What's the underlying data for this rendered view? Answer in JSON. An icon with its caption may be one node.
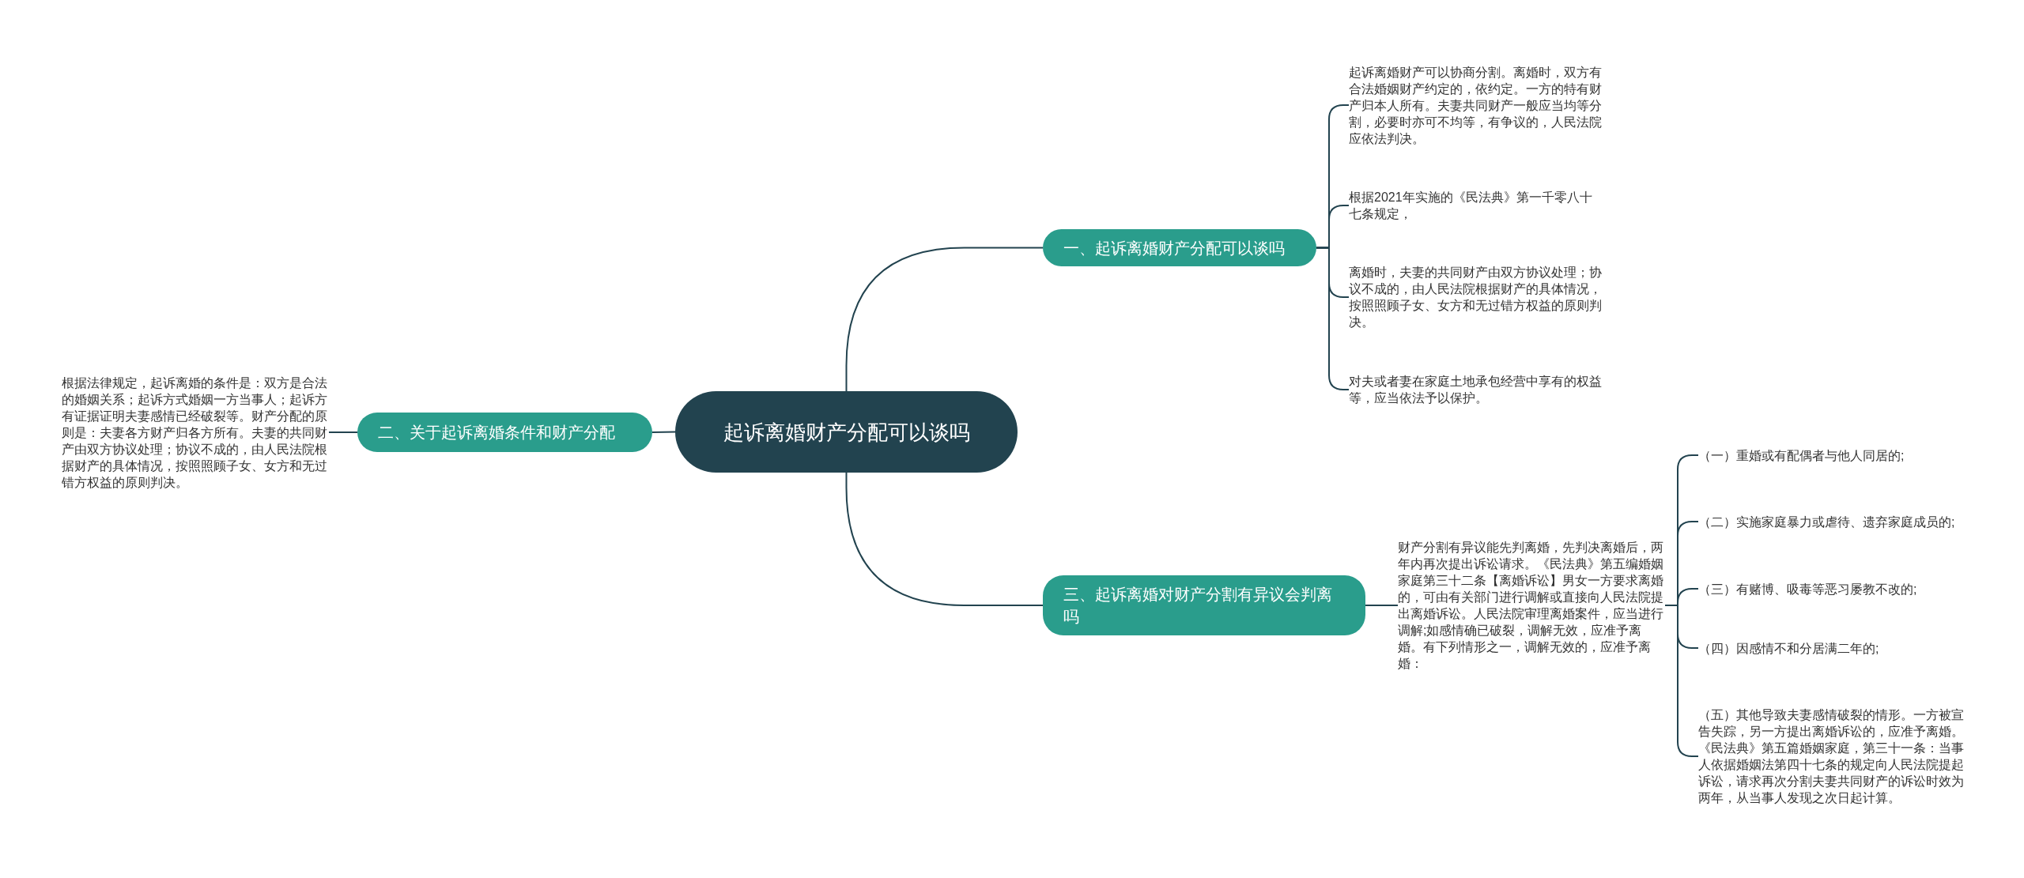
{
  "diagram": {
    "nodes": [
      {
        "text": [
          "起诉离婚财产分配可以谈吗"
        ]
      },
      {
        "text": [
          "一、起诉离婚财产分配可以谈吗"
        ]
      },
      {
        "text": [
          "起诉离婚财产可以协商分割。离婚时，双方有合法婚姻财产约定的，依约定。一方的特有财产归本人所有。夫妻共同财产一般应当均等分割，必要时亦可不均等，有争议的，人民法院应依法判决。"
        ]
      },
      {
        "text": [
          "根据2021年实施的《民法典》第一千零八十七条规定，"
        ]
      },
      {
        "text": [
          "离婚时，夫妻的共同财产由双方协议处理；协议不成的，由人民法院根据财产的具体情况，按照照顾子女、女方和无过错方权益的原则判决。"
        ]
      },
      {
        "text": [
          "对夫或者妻在家庭土地承包经营中享有的权益等，应当依法予以保护。"
        ]
      },
      {
        "text": [
          "二、关于起诉离婚条件和财产分配"
        ]
      },
      {
        "text": [
          "根据法律规定，起诉离婚的条件是：双方是合法的婚姻关系；起诉方式婚姻一方当事人；起诉方有证据证明夫妻感情已经破裂等。财产分配的原则是：夫妻各方财产归各方所有。夫妻的共同财产由双方协议处理；协议不成的，由人民法院根据财产的具体情况，按照照顾子女、女方和无过错方权益的原则判决。"
        ]
      },
      {
        "text": [
          "三、起诉离婚对财产分割有异议会判离吗"
        ]
      },
      {
        "text": [
          "财产分割有异议能先判离婚，先判决离婚后，两年内再次提出诉讼请求。《民法典》第五编婚姻家庭第三十二条【离婚诉讼】男女一方要求离婚的，可由有关部门进行调解或直接向人民法院提出离婚诉讼。人民法院审理离婚案件，应当进行调解;如感情确已破裂，调解无效，应准予离婚。有下列情形之一，调解无效的，应准予离婚："
        ]
      },
      {
        "text": [
          "（一）重婚或有配偶者与他人同居的;"
        ]
      },
      {
        "text": [
          "（二）实施家庭暴力或虐待、遗弃家庭成员的;"
        ]
      },
      {
        "text": [
          "（三）有赌博、吸毒等恶习屡教不改的;"
        ]
      },
      {
        "text": [
          "（四）因感情不和分居满二年的;"
        ]
      },
      {
        "text": [
          "（五）其他导致夫妻感情破裂的情形。一方被宣告失踪，另一方提出离婚诉讼的，应准予离婚。《民法典》第五篇婚姻家庭，第三十一条：当事人依据婚姻法第四十七条的规定向人民法院提起诉讼，请求再次分割夫妻共同财产的诉讼时效为两年，从当事人发现之次日起计算。"
        ]
      }
    ],
    "edges": [
      {
        "from": 0,
        "to": 1,
        "arrow": "none"
      },
      {
        "from": 1,
        "to": 2,
        "arrow": "none"
      },
      {
        "from": 1,
        "to": 3,
        "arrow": "none"
      },
      {
        "from": 1,
        "to": 4,
        "arrow": "none"
      },
      {
        "from": 1,
        "to": 5,
        "arrow": "none"
      },
      {
        "from": 0,
        "to": 6,
        "arrow": "none"
      },
      {
        "from": 6,
        "to": 7,
        "arrow": "none"
      },
      {
        "from": 0,
        "to": 8,
        "arrow": "none"
      },
      {
        "from": 8,
        "to": 9,
        "arrow": "none"
      },
      {
        "from": 9,
        "to": 10,
        "arrow": "none"
      },
      {
        "from": 9,
        "to": 11,
        "arrow": "none"
      },
      {
        "from": 9,
        "to": 12,
        "arrow": "none"
      },
      {
        "from": 9,
        "to": 13,
        "arrow": "none"
      },
      {
        "from": 9,
        "to": 14,
        "arrow": "none"
      }
    ]
  }
}
